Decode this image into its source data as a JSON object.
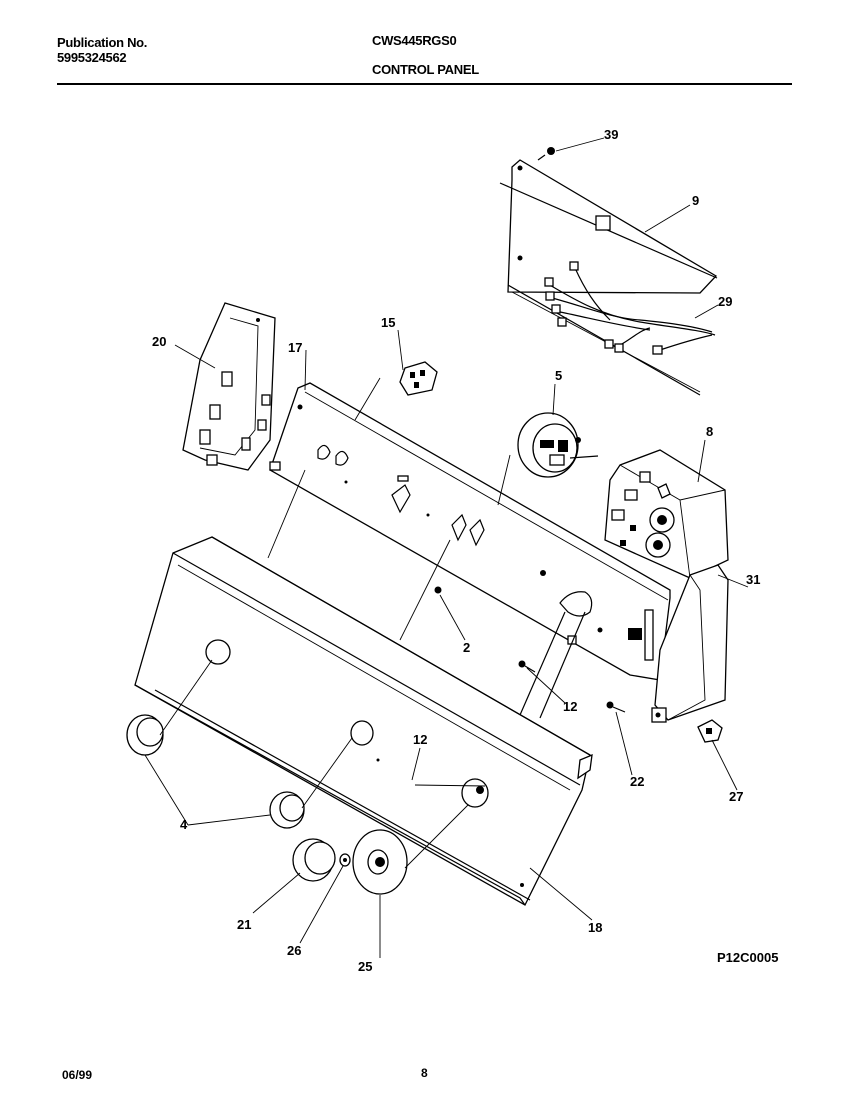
{
  "header": {
    "publication_label": "Publication No.",
    "publication_number": "5995324562",
    "model": "CWS445RGS0",
    "section_title": "CONTROL PANEL"
  },
  "diagram": {
    "labels": {
      "p39": "39",
      "p9": "9",
      "p29": "29",
      "p20": "20",
      "p15": "15",
      "p17": "17",
      "p5": "5",
      "p8": "8",
      "p31": "31",
      "p2": "2",
      "p12a": "12",
      "p12b": "12",
      "p22": "22",
      "p27": "27",
      "p4": "4",
      "p21": "21",
      "p26": "26",
      "p25": "25",
      "p18": "18"
    },
    "code": "P12C0005"
  },
  "footer": {
    "date": "06/99",
    "page": "8"
  }
}
